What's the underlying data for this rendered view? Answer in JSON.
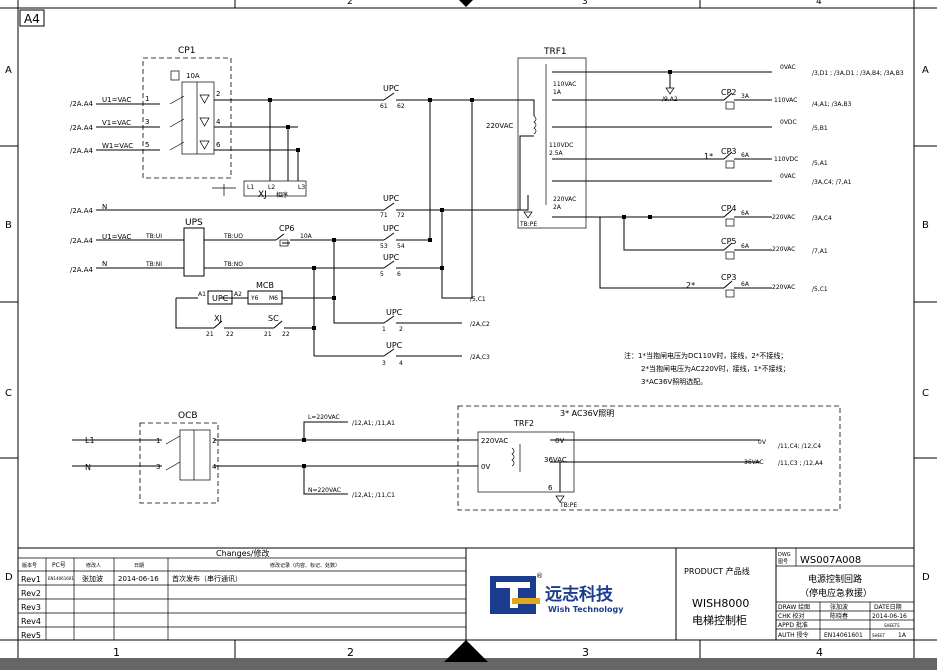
{
  "sheet": {
    "size": "A4"
  },
  "grid": {
    "cols": [
      "1",
      "2",
      "3",
      "4"
    ],
    "rows": [
      "A",
      "B",
      "C",
      "D"
    ]
  },
  "colors": {
    "logo_blue": "#1c3d8f",
    "logo_gold": "#e0a81e",
    "logo_text": "#1c3d8f"
  },
  "components": {
    "cp1": {
      "name": "CP1",
      "rating": "10A",
      "terminals": [
        "1",
        "2",
        "3",
        "4",
        "5",
        "6"
      ]
    },
    "xj_relay": {
      "name": "XJ",
      "note": "相序",
      "terminals": [
        "L1",
        "L2",
        "L3"
      ]
    },
    "ups": {
      "name": "UPS",
      "in_l": "TB:UI",
      "in_n": "TB:NI",
      "out_l": "TB:UO",
      "out_n": "TB:NO"
    },
    "cp6": {
      "name": "CP6",
      "rating": "10A"
    },
    "mcb": {
      "name": "MCB",
      "t1": "Y6",
      "t2": "M6"
    },
    "upc_coil": {
      "name": "UPC",
      "a1": "A1",
      "a2": "A2"
    },
    "xj_contact": {
      "name": "XJ",
      "t1": "21",
      "t2": "22"
    },
    "sc_contact": {
      "name": "SC",
      "t1": "21",
      "t2": "22"
    },
    "trf1": {
      "name": "TRF1",
      "primary": "220VAC",
      "sec1": "110VAC",
      "sec1_a": "1A",
      "sec2": "110VDC",
      "sec2_a": "2.5A",
      "sec3": "220VAC",
      "sec3_a": "2A",
      "pe": "TB:PE"
    },
    "cp2": {
      "name": "CP2",
      "rating": "3A"
    },
    "cp3a": {
      "name": "CP3",
      "rating": "6A",
      "mark": "1*"
    },
    "cp4": {
      "name": "CP4",
      "rating": "6A"
    },
    "cp5": {
      "name": "CP5",
      "rating": "6A"
    },
    "cp3b": {
      "name": "CP3",
      "rating": "6A",
      "mark": "2*"
    },
    "ocb": {
      "name": "OCB",
      "terminals": [
        "1",
        "2",
        "3",
        "4"
      ]
    },
    "trf2": {
      "name": "TRF2",
      "primary": "220VAC",
      "p0": "0V",
      "sec0": "0V",
      "sec36": "36VAC",
      "pe_no": "6",
      "pe": "TB:PE"
    },
    "box36": {
      "title": "3* AC36V照明"
    }
  },
  "upc_contacts": {
    "c1": {
      "name": "UPC",
      "t1": "61",
      "t2": "62"
    },
    "c2": {
      "name": "UPC",
      "t1": "71",
      "t2": "72"
    },
    "c3": {
      "name": "UPC",
      "t1": "53",
      "t2": "54"
    },
    "c4": {
      "name": "UPC",
      "t1": "5",
      "t2": "6"
    },
    "c5": {
      "name": "UPC",
      "t1": "1",
      "t2": "2"
    },
    "c6": {
      "name": "UPC",
      "t1": "3",
      "t2": "4"
    }
  },
  "inputs": {
    "u1": {
      "ref": "/2A.A4",
      "label": "U1=VAC"
    },
    "v1": {
      "ref": "/2A.A4",
      "label": "V1=VAC"
    },
    "w1": {
      "ref": "/2A.A4",
      "label": "W1=VAC"
    },
    "n1": {
      "ref": "/2A.A4",
      "label": "N"
    },
    "u2": {
      "ref": "/2A.A4",
      "label": "U1=VAC"
    },
    "n2": {
      "ref": "/2A.A4",
      "label": "N"
    },
    "l1": {
      "label": "L1"
    },
    "n3": {
      "label": "N"
    }
  },
  "outputs": {
    "ov0": {
      "label": "0VAC",
      "ref": "/3,D1 ; /3A,D1 ; /3A,B4; /3A,B3"
    },
    "ref9x2": {
      "ref": "/9,A2"
    },
    "v110": {
      "label": "110VAC",
      "ref": "/4,A1; /3A,B3"
    },
    "vdc0": {
      "label": "0VDC",
      "ref": "/5,B1"
    },
    "vdc110": {
      "label": "110VDC",
      "ref": "/5,A1"
    },
    "ov0b": {
      "label": "0VAC",
      "ref": "/3A,C4; /7,A1"
    },
    "v220a": {
      "label": "220VAC",
      "ref": "/3A,C4"
    },
    "v220b": {
      "label": "220VAC",
      "ref": "/7,A1"
    },
    "v220c": {
      "label": "220VAC",
      "ref": "/5,C1"
    },
    "c5c1": {
      "ref": "/5,C1"
    },
    "c2ac2": {
      "ref": "/2A,C2"
    },
    "c2ac3": {
      "ref": "/2A,C3"
    },
    "l220": {
      "label": "L=220VAC",
      "ref": "/12,A1; /11,A1"
    },
    "n220": {
      "label": "N=220VAC",
      "ref": "/12,A1; /11,C1"
    },
    "v0": {
      "label": "0V",
      "ref": "/11,C4; /12,C4"
    },
    "v36": {
      "label": "36VAC",
      "ref": "/11,C3 ; /12,A4"
    }
  },
  "notes": [
    "注：1*当抱闸电压为DC110V时，接线，2*不接线；",
    "2*当抱闸电压为AC220V时，接线，1*不接线；",
    "3*AC36V照明选配。"
  ],
  "title_block": {
    "changes_title": "Changes/修改",
    "headers": [
      "版本号",
      "PC号",
      "修改人",
      "日期",
      "修改记录（内容、标记、处数）"
    ],
    "rows": [
      {
        "rev": "Rev1",
        "pc": "EN14061601",
        "by": "张加波",
        "date": "2014-06-16",
        "desc": "首次发布（串行通讯）"
      },
      {
        "rev": "Rev2",
        "pc": "",
        "by": "",
        "date": "",
        "desc": ""
      },
      {
        "rev": "Rev3",
        "pc": "",
        "by": "",
        "date": "",
        "desc": ""
      },
      {
        "rev": "Rev4",
        "pc": "",
        "by": "",
        "date": "",
        "desc": ""
      },
      {
        "rev": "Rev5",
        "pc": "",
        "by": "",
        "date": "",
        "desc": ""
      }
    ],
    "company_cn": "远志科技",
    "company_en": "Wish Technology",
    "registered": "®",
    "product_label": "PRODUCT  产品线",
    "product": "WISH8000",
    "product_cn": "电梯控制柜",
    "dwg_label": "DWG\n图号",
    "dwg": "WS007A008",
    "title1": "电源控制回路",
    "title2": "（停电应急救援）",
    "draw_label": "DRAW 绘图",
    "draw_name": "张加波",
    "chk_label": "CHK  校对",
    "chk_name": "陈晓春",
    "appd_label": "APPD 批准",
    "auth_label": "AUTH  授令",
    "pc_no": "EN14061601",
    "date_label": "DATE日期",
    "date": "2014-06-16",
    "sheet_label": "SHEET",
    "sheet_total": "SHEETS",
    "sheet_no": "1A"
  }
}
